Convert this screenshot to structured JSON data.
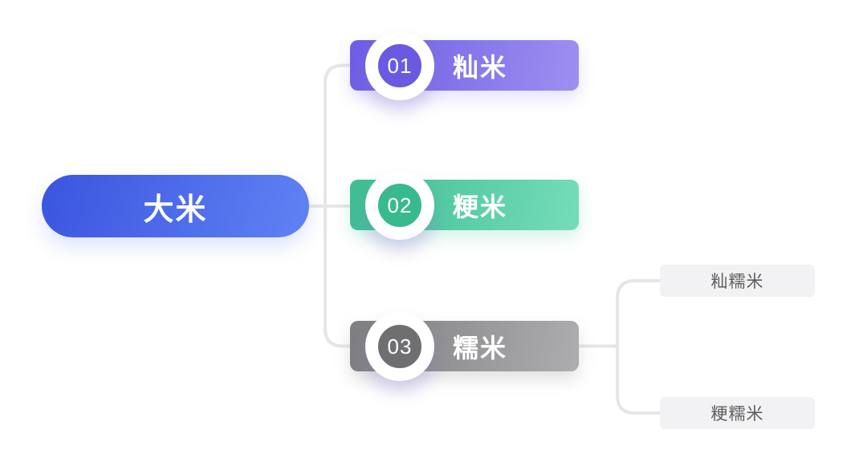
{
  "diagram": {
    "title": "rice-classification-mind-map",
    "root": {
      "label": "大米"
    },
    "branches": [
      {
        "number": "01",
        "label": "籼米"
      },
      {
        "number": "02",
        "label": "粳米"
      },
      {
        "number": "03",
        "label": "糯米"
      }
    ],
    "leaves": [
      {
        "label": "籼糯米"
      },
      {
        "label": "粳糯米"
      }
    ],
    "colors": {
      "root_gradient_start": "#3B55DF",
      "root_gradient_end": "#5F82F4",
      "branch1_gradient_start": "#6D5DE4",
      "branch1_gradient_end": "#9D8FF1",
      "branch1_badge": "#6A5AE1",
      "branch2_gradient_start": "#3EBD93",
      "branch2_gradient_end": "#75DCBA",
      "branch2_badge": "#38BA8E",
      "branch3_gradient_start": "#7E7E80",
      "branch3_gradient_end": "#ADADAF",
      "branch3_badge": "#6F6F71",
      "leaf_background": "#F2F2F4",
      "leaf_text": "#5E5E5E",
      "connector": "#E6E6E9",
      "node_text": "#FFFFFF"
    }
  }
}
